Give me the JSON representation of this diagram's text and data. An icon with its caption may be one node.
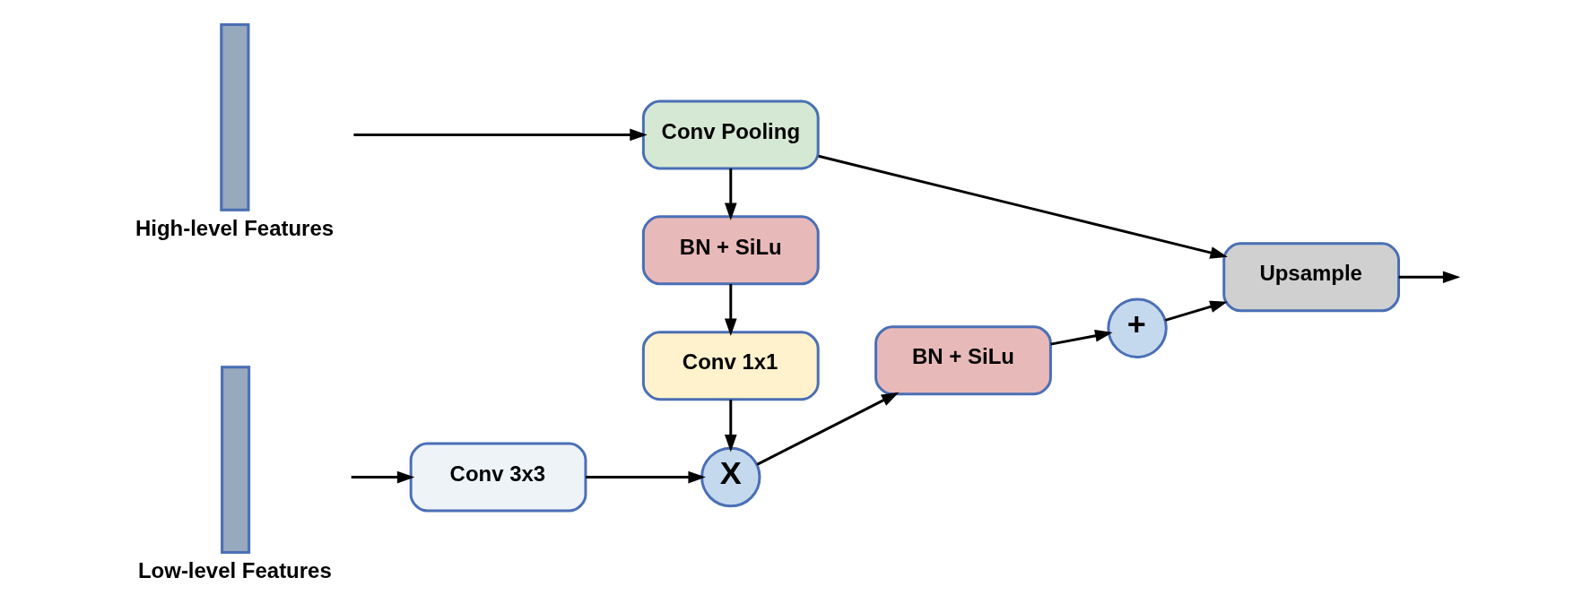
{
  "diagram": {
    "nodes": [
      {
        "text": [
          "Low-level Features"
        ]
      },
      {
        "text": [
          "Conv 3x3"
        ]
      },
      {
        "text": [
          "X"
        ]
      },
      {
        "text": [
          "BN + SiLu"
        ]
      },
      {
        "text": [
          "+"
        ]
      },
      {
        "text": [
          "Upsample"
        ]
      },
      {
        "text": [
          "High-level Features"
        ]
      },
      {
        "text": [
          "Conv Pooling"
        ]
      },
      {
        "text": [
          "BN + SiLu"
        ]
      },
      {
        "text": [
          "Conv 1x1"
        ]
      }
    ],
    "edges": [
      {
        "from": 0,
        "to": 1,
        "arrow": "to"
      },
      {
        "from": 1,
        "to": 2,
        "arrow": "to"
      },
      {
        "from": 2,
        "to": 3,
        "arrow": "to"
      },
      {
        "from": 3,
        "to": 4,
        "arrow": "to"
      },
      {
        "from": 4,
        "to": 5,
        "arrow": "to"
      },
      {
        "from": 5,
        "to": null,
        "arrow": "to"
      },
      {
        "from": 6,
        "to": 7,
        "arrow": "to"
      },
      {
        "from": 7,
        "to": 8,
        "arrow": "to"
      },
      {
        "from": 8,
        "to": 9,
        "arrow": "to"
      },
      {
        "from": 9,
        "to": 2,
        "arrow": "to"
      },
      {
        "from": 7,
        "to": 5,
        "arrow": "to"
      }
    ]
  }
}
